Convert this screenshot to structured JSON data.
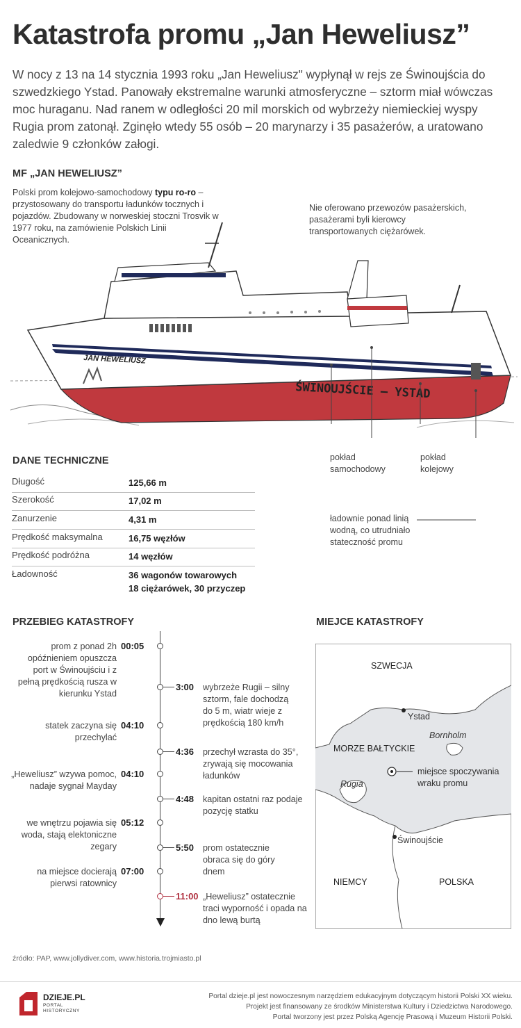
{
  "title": "Katastrofa promu „Jan Heweliusz”",
  "intro": "W nocy z 13 na 14 stycznia 1993 roku „Jan Heweliusz\" wypłynął w rejs ze Świnoujścia do szwedzkiego Ystad. Panowały ekstremalne warunki atmosferyczne – sztorm miał wówczas moc huraganu. Nad ranem w odległości 20 mil morskich od wybrzeży niemieckiej wyspy Rugia prom zatonął. Zginęło wtedy 55 osób – 20 marynarzy i 35 pasażerów, a uratowano zaledwie 9 członków załogi.",
  "ship": {
    "heading": "MF „JAN HEWELIUSZ”",
    "desc_before": "Polski prom kolejowo-samochodowy ",
    "desc_bold": "typu ro-ro",
    "desc_after": " – przystosowany do transportu ładunków tocznych i pojazdów. Zbudowany w norweskiej stoczni Trosvik w 1977 roku, na zamówienie Polskich Linii Oceanicznych.",
    "passengers_note": "Nie oferowano przewozów pasażerskich, pasażerami byli kierowcy transportowanych ciężarówek.",
    "hull_name": "JAN HEWELIUSZ",
    "route": "ŚWINOUJŚCIE – YSTAD",
    "label_car_deck": "pokład samochodowy",
    "label_rail_deck": "pokład kolejowy",
    "label_hold": "ładownie ponad linią wodną, co utrudniało stateczność promu",
    "colors": {
      "hull_red": "#c0393e",
      "stripe_navy": "#1f2a5a",
      "hull_white": "#ffffff",
      "outline": "#333333"
    }
  },
  "tech": {
    "heading": "DANE TECHNICZNE",
    "rows": [
      {
        "label": "Długość",
        "value": "125,66 m"
      },
      {
        "label": "Szerokość",
        "value": "17,02 m"
      },
      {
        "label": "Zanurzenie",
        "value": "4,31 m"
      },
      {
        "label": "Prędkość maksymalna",
        "value": "16,75 węzłów"
      },
      {
        "label": "Prędkość podróżna",
        "value": "14 węzłów"
      },
      {
        "label": "Ładowność",
        "value": "36 wagonów towarowych",
        "value2": "18 ciężarówek, 30 przyczep"
      }
    ]
  },
  "timeline": {
    "heading": "PRZEBIEG KATASTROFY",
    "events": [
      {
        "time": "00:05",
        "side": "left",
        "text": "prom z ponad 2h opóźnieniem opuszcza port w Świnoujściu i z pełną prędkością rusza w kierunku Ystad"
      },
      {
        "time": "3:00",
        "side": "right",
        "text": "wybrzeże Rugii – silny sztorm, fale dochodzą do 5 m, wiatr wieje z prędkością 180 km/h"
      },
      {
        "time": "04:10",
        "side": "left",
        "text": "statek zaczyna się przechylać"
      },
      {
        "time": "4:36",
        "side": "right",
        "text": "przechył wzrasta do 35°, zrywają się mocowania ładunków"
      },
      {
        "time": "04:10",
        "side": "left",
        "text": "„Heweliusz” wzywa pomoc, nadaje sygnał Mayday"
      },
      {
        "time": "4:48",
        "side": "right",
        "text": "kapitan ostatni raz podaje pozycję statku"
      },
      {
        "time": "05:12",
        "side": "left",
        "text": "we wnętrzu pojawia się woda, stają elektoniczne zegary"
      },
      {
        "time": "5:50",
        "side": "right",
        "text": "prom ostatecznie obraca się do góry dnem"
      },
      {
        "time": "07:00",
        "side": "left",
        "text": "na miejsce docierają pierwsi ratownicy"
      },
      {
        "time": "11:00",
        "side": "right",
        "text": "„Heweliusz” ostatecznie traci wyporność i opada na dno lewą burtą",
        "highlight": true
      }
    ],
    "highlight_color": "#b03040"
  },
  "map": {
    "heading": "MIEJCE KATASTROFY",
    "labels": {
      "sweden": "SZWECJA",
      "ystad": "Ystad",
      "bornholm": "Bornholm",
      "sea": "MORZE BAŁTYCKIE",
      "wreck": "miejsce spoczywania wraku promu",
      "rugia": "Rugia",
      "swinoujscie": "Świnoujście",
      "germany": "NIEMCY",
      "poland": "POLSKA"
    },
    "colors": {
      "sea": "#e4e6e9",
      "land": "#ffffff",
      "coast": "#555555"
    }
  },
  "source": "źródło: PAP, www.jollydiver.com, www.historia.trojmiasto.pl",
  "footer": {
    "logo_title": "DZIEJE.PL",
    "logo_sub1": "PORTAL",
    "logo_sub2": "HISTORYCZNY",
    "line1": "Portal dzieje.pl jest nowoczesnym narzędziem edukacyjnym dotyczącym historii Polski XX wieku.",
    "line2": "Projekt jest finansowany ze środków Ministerstwa Kultury i Dziedzictwa Narodowego.",
    "line3": "Portal tworzony jest przez Polską Agencję Prasową i Muzeum Historii Polski.",
    "logo_color": "#c0262d"
  }
}
